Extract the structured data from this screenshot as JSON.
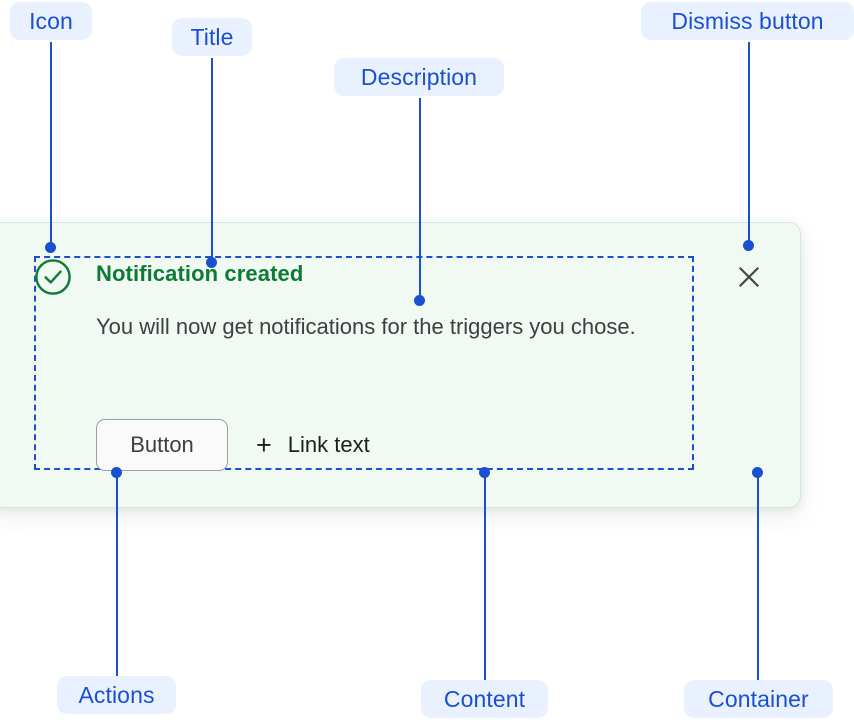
{
  "notification": {
    "icon_name": "check-circle-icon",
    "title": "Notification created",
    "description": "You will now get notifications for the triggers you chose.",
    "dismiss_icon": "close-icon",
    "actions": {
      "button_label": "Button",
      "link_plus_icon": "plus-icon",
      "link_label": "Link text"
    }
  },
  "annotations": [
    {
      "id": "icon",
      "label": "Icon"
    },
    {
      "id": "title",
      "label": "Title"
    },
    {
      "id": "description",
      "label": "Description"
    },
    {
      "id": "dismiss-button",
      "label": "Dismiss button"
    },
    {
      "id": "actions",
      "label": "Actions"
    },
    {
      "id": "content",
      "label": "Content"
    },
    {
      "id": "container",
      "label": "Container"
    }
  ],
  "colors": {
    "annotation_blue": "#1a50d0",
    "annotation_pill_bg": "#eaf1fe",
    "success_green": "#0d7a35",
    "card_bg": "#f0faf3",
    "card_border": "#cfead8",
    "body_text": "#3c4043",
    "link_text": "#1f1f1f",
    "button_border": "#9aa0a6",
    "button_bg": "#fafafa"
  }
}
